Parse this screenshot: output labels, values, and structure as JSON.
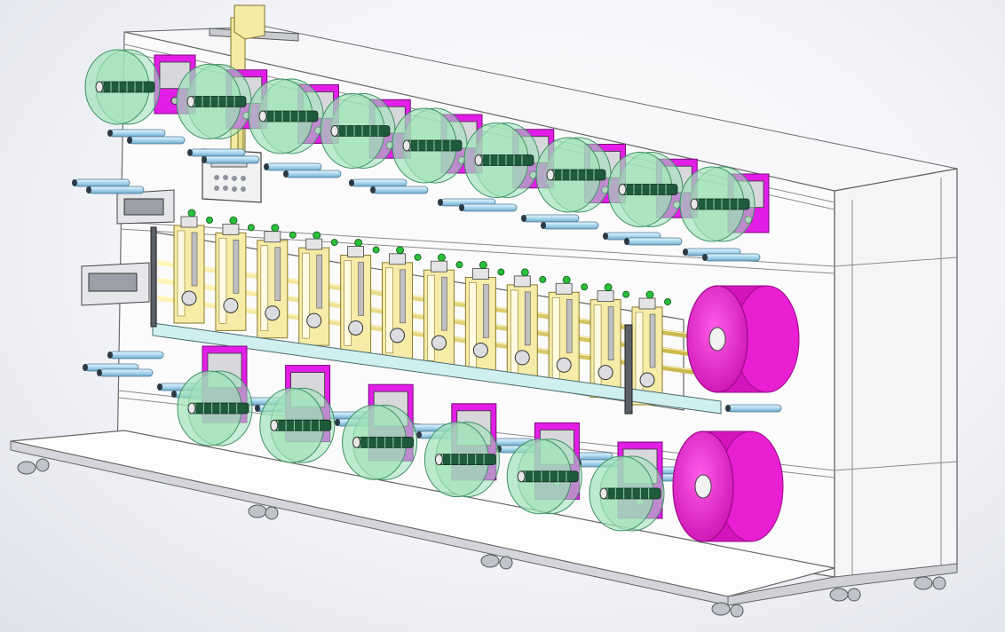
{
  "colors": {
    "frame_fill": "#ffffff",
    "frame_edge": "#6a6a6a",
    "panel_gray": "#d9dbe0",
    "bracket_magenta": "#e21ee6",
    "reel_green": "#9fe3b8",
    "reel_green_edge": "#3f8f64",
    "shaft_dark": "#1f5a3a",
    "roller_blue": "#bfe2f4",
    "station_yellow": "#f6eca8",
    "station_edge": "#8a7a2a",
    "material_roll": "#f21bd6",
    "indicator_green": "#2bbf3c",
    "tower_yellow": "#f3eba4"
  },
  "upper_reel_count": 9,
  "lower_reel_count": 6,
  "slitting_station_count": 12,
  "material_roll_count": 2
}
